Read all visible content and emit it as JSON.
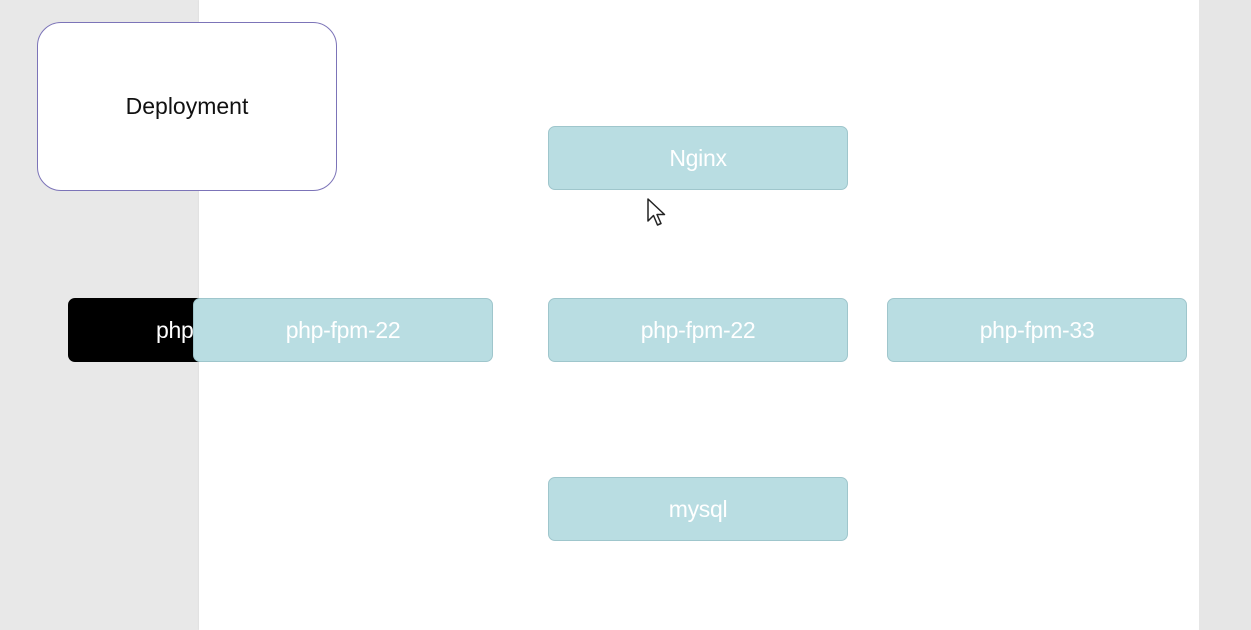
{
  "diagram": {
    "group": {
      "label": "Deployment"
    },
    "nodes": [
      {
        "id": "nginx",
        "label": "Nginx"
      },
      {
        "id": "php-fpm-left",
        "label": "php-fpm-22"
      },
      {
        "id": "php-fpm-center",
        "label": "php-fpm-22"
      },
      {
        "id": "php-fpm-right",
        "label": "php-fpm-33"
      },
      {
        "id": "mysql",
        "label": "mysql"
      }
    ],
    "dragging_node": {
      "label": "php"
    }
  },
  "colors": {
    "node_fill": "#b9dde2",
    "node_text": "#ffffff",
    "group_border": "#7c74b8",
    "drag_fill": "#000000"
  }
}
